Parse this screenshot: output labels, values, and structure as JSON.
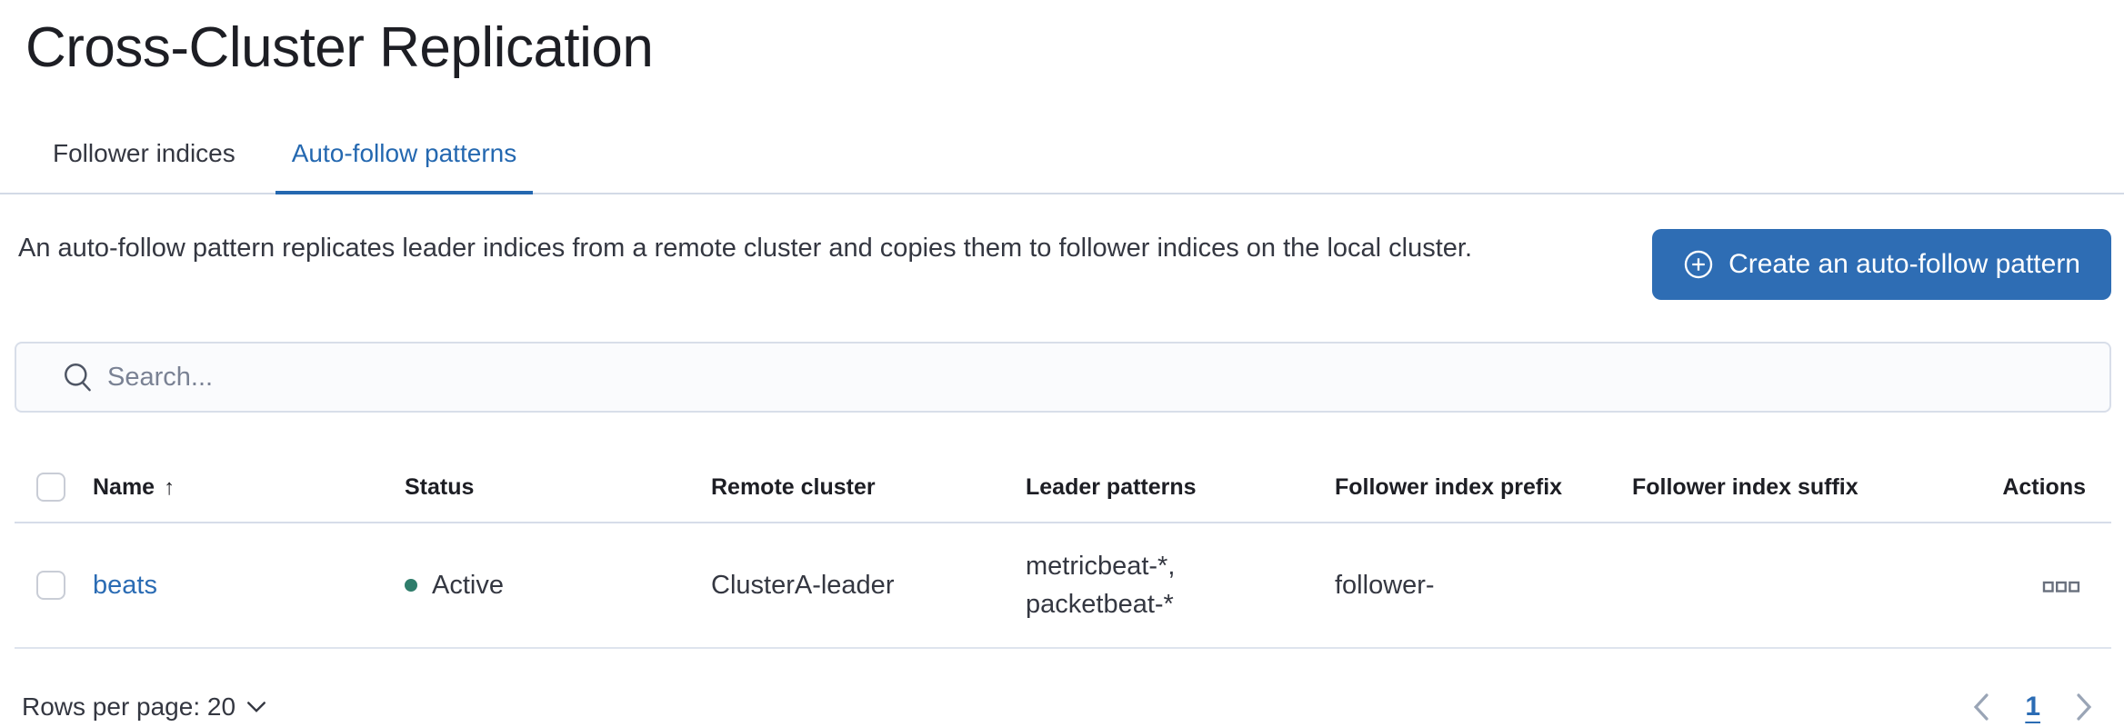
{
  "page": {
    "title": "Cross-Cluster Replication"
  },
  "tabs": [
    {
      "label": "Follower indices",
      "active": false
    },
    {
      "label": "Auto-follow patterns",
      "active": true
    }
  ],
  "description": "An auto-follow pattern replicates leader indices from a remote cluster and copies them to follower indices on the local cluster.",
  "create_button": {
    "label": "Create an auto-follow pattern",
    "icon": "plus-in-circle-icon"
  },
  "search": {
    "placeholder": "Search...",
    "value": "",
    "icon": "search-icon"
  },
  "table": {
    "columns": {
      "name": "Name",
      "status": "Status",
      "remote_cluster": "Remote cluster",
      "leader_patterns": "Leader patterns",
      "follower_index_prefix": "Follower index prefix",
      "follower_index_suffix": "Follower index suffix",
      "actions": "Actions"
    },
    "sort": {
      "column": "Name",
      "direction": "ascending",
      "arrow": "↑"
    },
    "rows": [
      {
        "name": "beats",
        "status": "Active",
        "remote_cluster": "ClusterA-leader",
        "leader_patterns": [
          "metricbeat-*,",
          "packetbeat-*"
        ],
        "follower_index_prefix": "follower-",
        "follower_index_suffix": "",
        "actions_icon": "boxes-horizontal-icon"
      }
    ]
  },
  "pagination": {
    "rows_per_page_label": "Rows per page: 20",
    "current_page": "1"
  },
  "colors": {
    "accent_blue": "#2e6db4",
    "link_blue": "#2b6cb4",
    "active_tab_blue": "#2468b0",
    "status_active_green": "#2f7d6b",
    "border_gray": "#d3dae6",
    "text_dark": "#343741"
  }
}
